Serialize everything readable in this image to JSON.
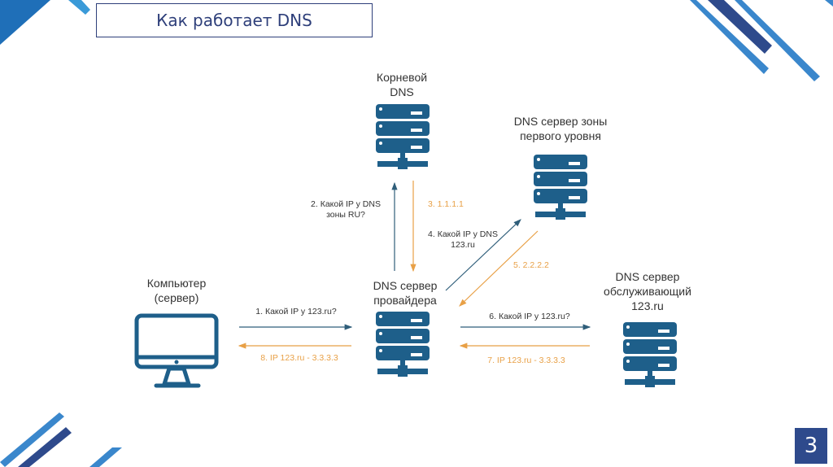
{
  "slide": {
    "title": "Как работает DNS",
    "page_number": "3"
  },
  "colors": {
    "accent_dark": "#2e4a8c",
    "accent_light": "#3a87cc",
    "icon": "#1e5f8a",
    "request_arrow": "#2f5e7a",
    "response_arrow": "#e8a046"
  },
  "nodes": {
    "root": {
      "label_line1": "Корневой",
      "label_line2": "DNS",
      "icon": "server-icon"
    },
    "tld": {
      "label_line1": "DNS сервер зоны",
      "label_line2": "первого уровня",
      "icon": "server-icon"
    },
    "provider": {
      "label_line1": "DNS сервер",
      "label_line2": "провайдера",
      "icon": "server-icon"
    },
    "auth": {
      "label_line1": "DNS сервер",
      "label_line2": "обслуживающий",
      "label_line3": "123.ru",
      "icon": "server-icon"
    },
    "computer": {
      "label_line1": "Компьютер",
      "label_line2": "(сервер)",
      "icon": "monitor-icon"
    }
  },
  "steps": [
    {
      "id": 1,
      "text": "1. Какой IP у 123.ru?",
      "type": "request"
    },
    {
      "id": 2,
      "text_line1": "2. Какой IP у DNS",
      "text_line2": "зоны RU?",
      "type": "request"
    },
    {
      "id": 3,
      "text": "3. 1.1.1.1",
      "type": "response"
    },
    {
      "id": 4,
      "text_line1": "4. Какой IP у DNS",
      "text_line2": "123.ru",
      "type": "request"
    },
    {
      "id": 5,
      "text": "5. 2.2.2.2",
      "type": "response"
    },
    {
      "id": 6,
      "text": "6. Какой IP у 123.ru?",
      "type": "request"
    },
    {
      "id": 7,
      "text": "7.  IP 123.ru - 3.3.3.3",
      "type": "response"
    },
    {
      "id": 8,
      "text": "8. IP 123.ru - 3.3.3.3",
      "type": "response"
    }
  ]
}
